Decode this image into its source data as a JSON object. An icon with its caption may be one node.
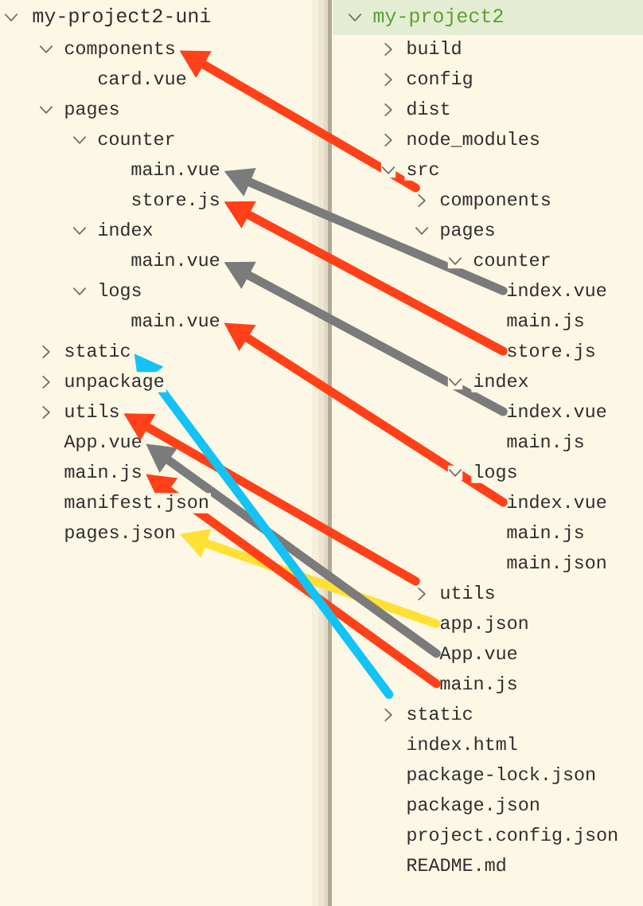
{
  "diagram": {
    "nodes": [
      {
        "text": [
          "components"
        ]
      },
      {
        "text": [
          "main.vue"
        ]
      },
      {
        "text": [
          "store.js"
        ]
      },
      {
        "text": [
          "main.vue"
        ]
      },
      {
        "text": [
          "main.vue"
        ]
      },
      {
        "text": [
          "static"
        ]
      },
      {
        "text": [
          "utils"
        ]
      },
      {
        "text": [
          "App.vue"
        ]
      },
      {
        "text": [
          "main.js"
        ]
      },
      {
        "text": [
          "pages.json"
        ]
      },
      {
        "text": [
          "components"
        ]
      },
      {
        "text": [
          "index.vue"
        ]
      },
      {
        "text": [
          "store.js"
        ]
      },
      {
        "text": [
          "index.vue"
        ]
      },
      {
        "text": [
          "index.vue"
        ]
      },
      {
        "text": [
          "utils"
        ]
      },
      {
        "text": [
          "app.json"
        ]
      },
      {
        "text": [
          "App.vue"
        ]
      },
      {
        "text": [
          "main.js"
        ]
      },
      {
        "text": [
          "static"
        ]
      }
    ],
    "edges": [
      {
        "from": 10,
        "to": 0,
        "arrow": "to"
      },
      {
        "from": 11,
        "to": 1,
        "arrow": "to",
        "color": "#7b7b7b"
      },
      {
        "from": 12,
        "to": 2,
        "arrow": "to"
      },
      {
        "from": 13,
        "to": 3,
        "arrow": "to",
        "color": "#7b7b7b"
      },
      {
        "from": 14,
        "to": 4,
        "arrow": "to"
      },
      {
        "from": 15,
        "to": 6,
        "arrow": "to"
      },
      {
        "from": 16,
        "to": 9,
        "arrow": "to",
        "color": "#ffe135"
      },
      {
        "from": 17,
        "to": 7,
        "arrow": "to",
        "color": "#7b7b7b"
      },
      {
        "from": 18,
        "to": 8,
        "arrow": "to"
      },
      {
        "from": 19,
        "to": 5,
        "arrow": "to",
        "color": "#14c3f5"
      }
    ],
    "labels": [
      "my-project2-uni",
      "card.vue",
      "pages",
      "counter",
      "index",
      "logs",
      "unpackage",
      "manifest.json",
      "my-project2",
      "build",
      "config",
      "dist",
      "node_modules",
      "src",
      "pages",
      "counter",
      "main.js",
      "index",
      "main.js",
      "logs",
      "main.js",
      "main.json",
      "index.html",
      "package-lock.json",
      "package.json",
      "project.config.json",
      "README.md"
    ]
  }
}
